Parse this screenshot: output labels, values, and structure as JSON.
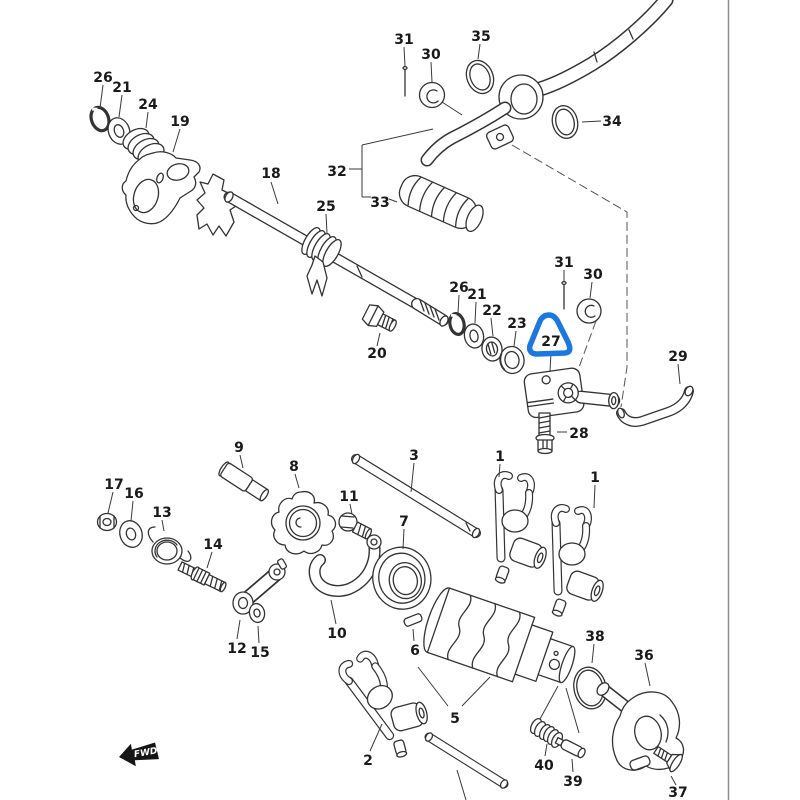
{
  "page": {
    "background": "#ffffff",
    "line_color": "#333333",
    "label_color": "#1a1a1a",
    "border_color": "#8c8c8c"
  },
  "highlight": {
    "part": "27",
    "shape": "rounded-triangle",
    "color": "#1a78e0"
  },
  "fwd_marker": {
    "text": "FWD",
    "color": "#151515"
  },
  "labels": [
    {
      "id": "26-a",
      "text": "26"
    },
    {
      "id": "21-a",
      "text": "21"
    },
    {
      "id": "24",
      "text": "24"
    },
    {
      "id": "19",
      "text": "19"
    },
    {
      "id": "31-a",
      "text": "31"
    },
    {
      "id": "30-a",
      "text": "30"
    },
    {
      "id": "35",
      "text": "35"
    },
    {
      "id": "34",
      "text": "34"
    },
    {
      "id": "32",
      "text": "32"
    },
    {
      "id": "33",
      "text": "33"
    },
    {
      "id": "18",
      "text": "18"
    },
    {
      "id": "25",
      "text": "25"
    },
    {
      "id": "20",
      "text": "20"
    },
    {
      "id": "26-b",
      "text": "26"
    },
    {
      "id": "21-b",
      "text": "21"
    },
    {
      "id": "22",
      "text": "22"
    },
    {
      "id": "23",
      "text": "23"
    },
    {
      "id": "27",
      "text": "27"
    },
    {
      "id": "31-b",
      "text": "31"
    },
    {
      "id": "30-b",
      "text": "30"
    },
    {
      "id": "29",
      "text": "29"
    },
    {
      "id": "28",
      "text": "28"
    },
    {
      "id": "9",
      "text": "9"
    },
    {
      "id": "8",
      "text": "8"
    },
    {
      "id": "11",
      "text": "11"
    },
    {
      "id": "3",
      "text": "3"
    },
    {
      "id": "1-a",
      "text": "1"
    },
    {
      "id": "1-b",
      "text": "1"
    },
    {
      "id": "17",
      "text": "17"
    },
    {
      "id": "16",
      "text": "16"
    },
    {
      "id": "13",
      "text": "13"
    },
    {
      "id": "14",
      "text": "14"
    },
    {
      "id": "12",
      "text": "12"
    },
    {
      "id": "15",
      "text": "15"
    },
    {
      "id": "10",
      "text": "10"
    },
    {
      "id": "7",
      "text": "7"
    },
    {
      "id": "6",
      "text": "6"
    },
    {
      "id": "5",
      "text": "5"
    },
    {
      "id": "2",
      "text": "2"
    },
    {
      "id": "38",
      "text": "38"
    },
    {
      "id": "36",
      "text": "36"
    },
    {
      "id": "40",
      "text": "40"
    },
    {
      "id": "39",
      "text": "39"
    },
    {
      "id": "37",
      "text": "37"
    }
  ]
}
